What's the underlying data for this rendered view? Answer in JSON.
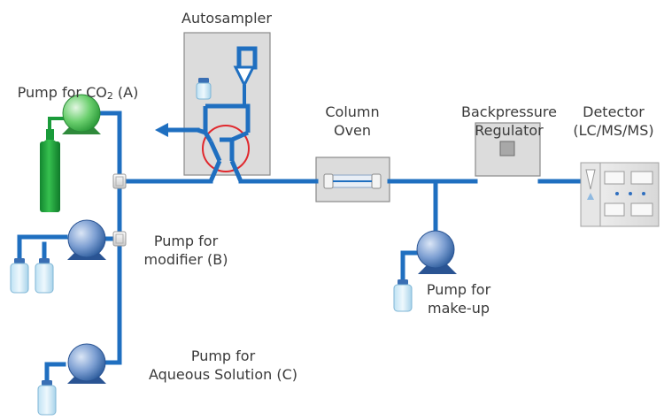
{
  "labels": {
    "autosampler": "Autosampler",
    "pump_co2_prefix": "Pump for CO",
    "pump_co2_sub": "2",
    "pump_co2_suffix": " (A)",
    "column_oven_line1": "Column",
    "column_oven_line2": "Oven",
    "bpr_line1": "Backpressure",
    "bpr_line2": "Regulator",
    "detector_line1": "Detector",
    "detector_line2": "(LC/MS/MS)",
    "pump_modifier_line1": "Pump for",
    "pump_modifier_line2": "modifier (B)",
    "pump_makeup_line1": "Pump for",
    "pump_makeup_line2": "make-up",
    "pump_aqueous_line1": "Pump for",
    "pump_aqueous_line2": "Aqueous Solution (C)"
  },
  "colors": {
    "tubing": "#1f6fc0",
    "module_fill": "#dcdcdc",
    "module_stroke": "#8a8a8a",
    "pump_body": "#3a6fb4",
    "pump_co2": "#3cb64a",
    "gas_cylinder": "#1a9b3a",
    "valve_ring": "#e0282d",
    "text": "#3a3a3a"
  },
  "icons": [
    "gas-cylinder-icon",
    "pump-icon",
    "solvent-bottle-icon",
    "switching-valve-icon",
    "mixing-tee-icon",
    "detector-icon"
  ]
}
